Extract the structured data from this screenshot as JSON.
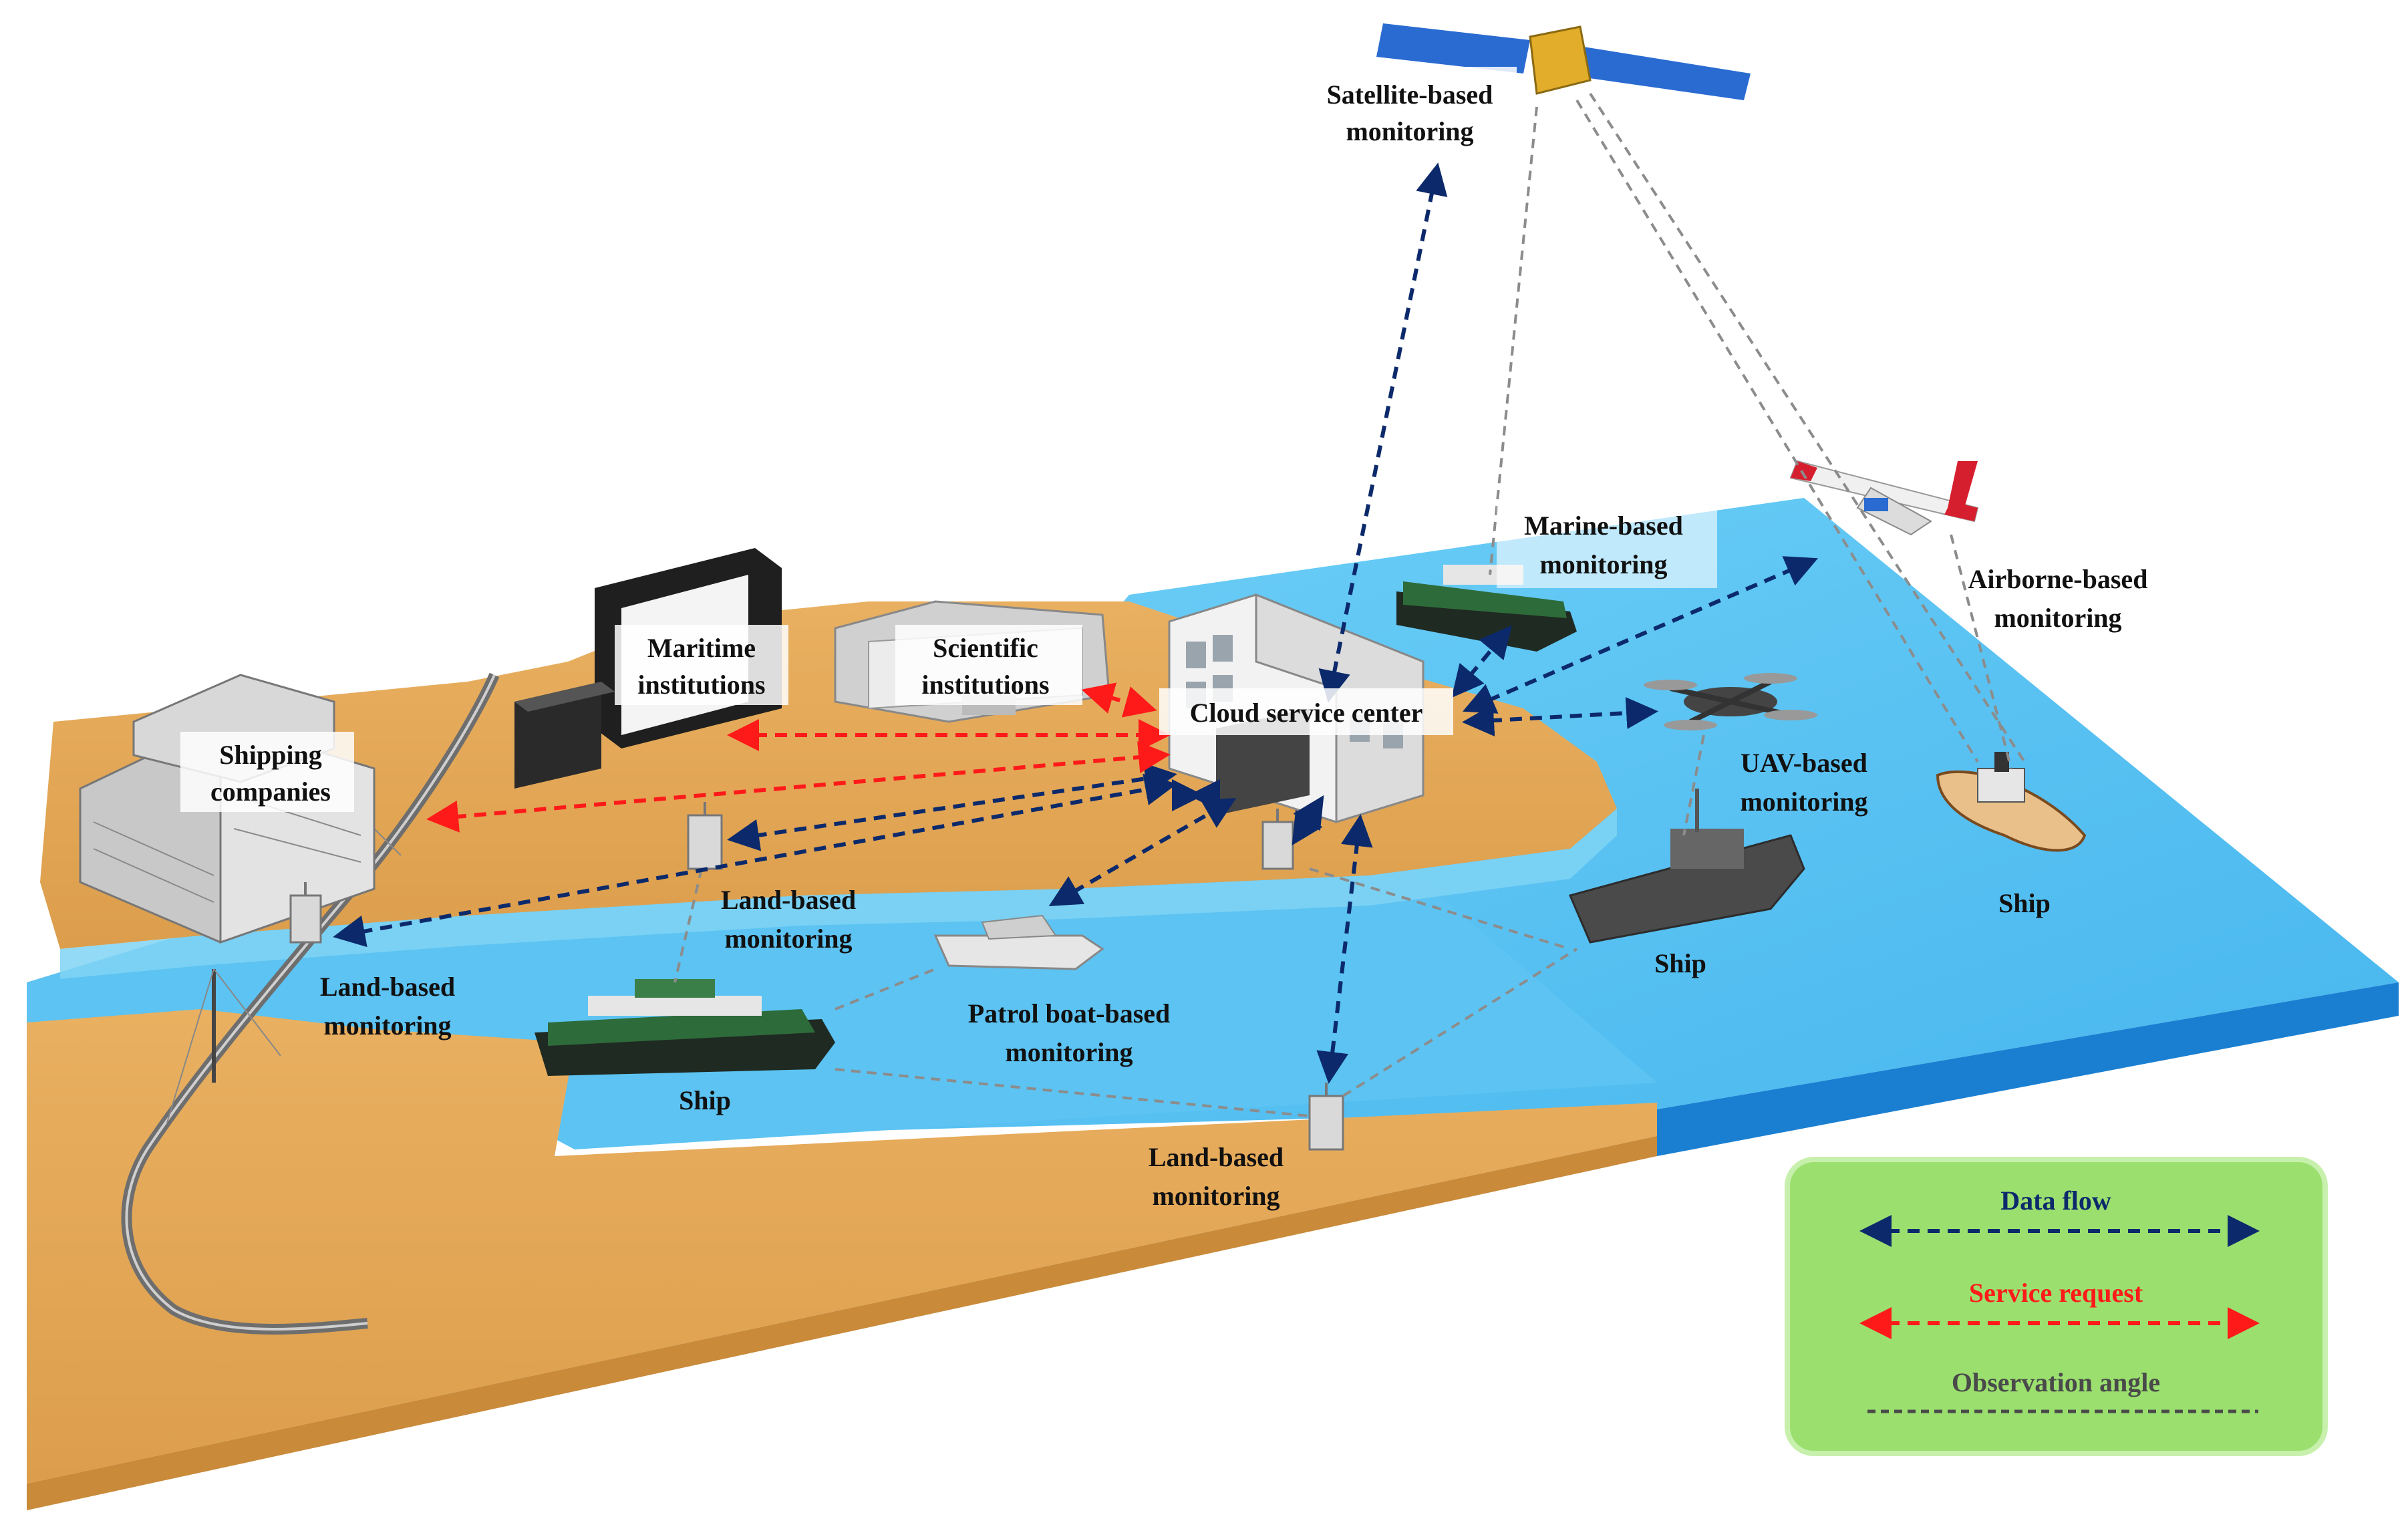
{
  "colors": {
    "sand": "#e3a654",
    "sand_dark": "#c98a3a",
    "water": "#5cc3f2",
    "water_dark": "#1f8ad6",
    "data_flow": "#0c2a6b",
    "service_request": "#ff1a1a",
    "observation": "#8c8c8c",
    "legend_bg": "#9be06f"
  },
  "labels": {
    "satellite": [
      "Satellite-based",
      "monitoring"
    ],
    "marine": [
      "Marine-based",
      "monitoring"
    ],
    "airborne": [
      "Airborne-based",
      "monitoring"
    ],
    "uav": [
      "UAV-based",
      "monitoring"
    ],
    "cloud": "Cloud service center",
    "maritime": [
      "Maritime",
      "institutions"
    ],
    "scientific": [
      "Scientific",
      "institutions"
    ],
    "shipping": [
      "Shipping",
      "companies"
    ],
    "land_center": [
      "Land-based",
      "monitoring"
    ],
    "land_left": [
      "Land-based",
      "monitoring"
    ],
    "land_bottom": [
      "Land-based",
      "monitoring"
    ],
    "patrol": [
      "Patrol boat-based",
      "monitoring"
    ],
    "ship_left": "Ship",
    "ship_middle": "Ship",
    "ship_right": "Ship"
  },
  "legend": {
    "data_flow": "Data flow",
    "service_request": "Service request",
    "observation_angle": "Observation angle"
  }
}
